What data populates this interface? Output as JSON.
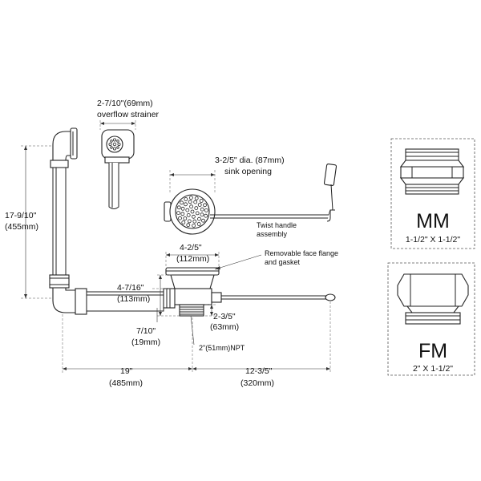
{
  "dimensions": {
    "overflow_width": "2-7/10\"(69mm)",
    "overflow_label": "overflow strainer",
    "sink_opening_dia": "3-2/5\" dia. (87mm)",
    "sink_opening_label": "sink opening",
    "twist_handle": "Twist  handle",
    "assembly": "assembly",
    "height_in": "17-9/10\"",
    "height_mm": "(455mm)",
    "face_in": "4-2/5\"",
    "face_mm": "(112mm)",
    "flange_label_1": "Removable face flange",
    "flange_label_2": "and gasket",
    "body_in": "4-7/16\"",
    "body_mm": "(113mm)",
    "depth_in": "2-3/5\"",
    "depth_mm": "(63mm)",
    "offset_in": "7/10\"",
    "offset_mm": "(19mm)",
    "npt": "2\"(51mm)NPT",
    "length_in": "19\"",
    "length_mm": "(485mm)",
    "handle_in": "12-3/5\"",
    "handle_mm": "(320mm)"
  },
  "adapters": [
    {
      "code": "MM",
      "size": "1-1/2\"  X  1-1/2\""
    },
    {
      "code": "FM",
      "size": "2\"  X  1-1/2\""
    }
  ]
}
